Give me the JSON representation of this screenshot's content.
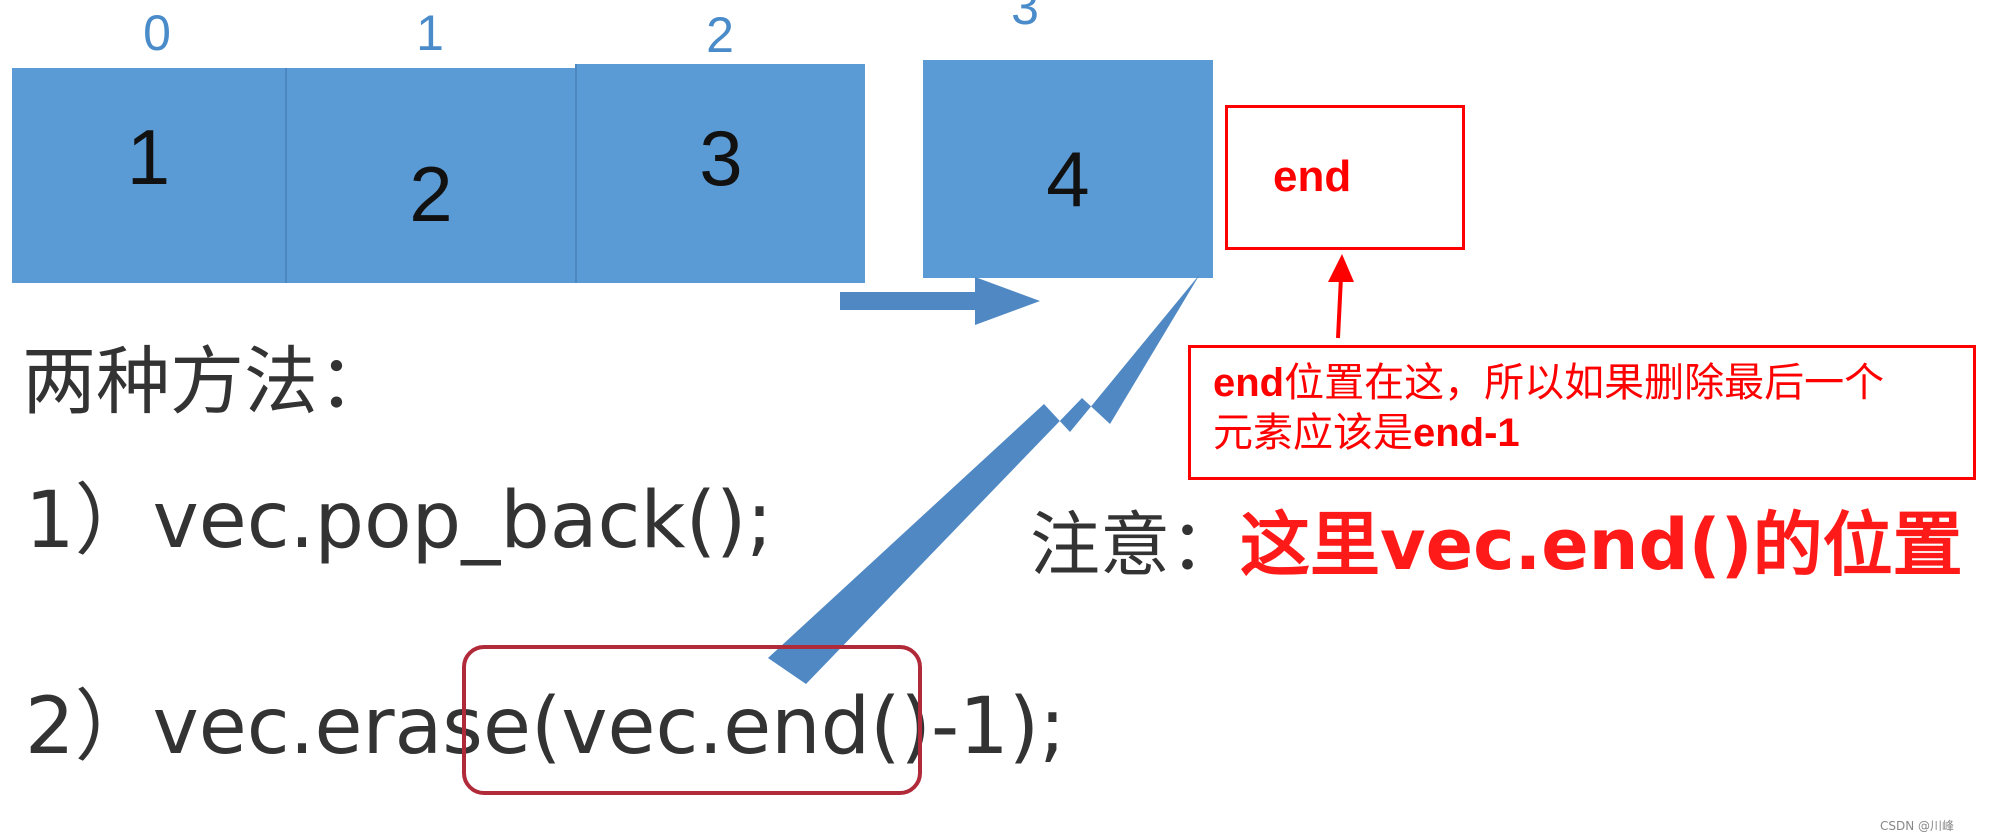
{
  "indices": [
    "0",
    "1",
    "2",
    "3"
  ],
  "cells": [
    "1",
    "2",
    "3",
    "4"
  ],
  "end_label": "end",
  "note": {
    "bold1": "end",
    "text1": "位置在这，所以如果删除最后一个",
    "text2": "元素应该是",
    "bold2": "end-1"
  },
  "methods_title": "两种方法：",
  "method1": "1）vec.pop_back();",
  "method2_prefix": "2）vec.erase",
  "method2_highlight": "(vec.end()-1)",
  "method2_suffix": ";",
  "attention_label": "注意：",
  "attention_text": "这里vec.end()的位置",
  "watermark": "CSDN @川峰",
  "colors": {
    "cell_fill": "#5b9bd5",
    "index_text": "#4a8bc9",
    "annotation_red": "#ff0000",
    "highlight_ring": "#b02a3a",
    "arrow_fill": "#4f88c3"
  }
}
